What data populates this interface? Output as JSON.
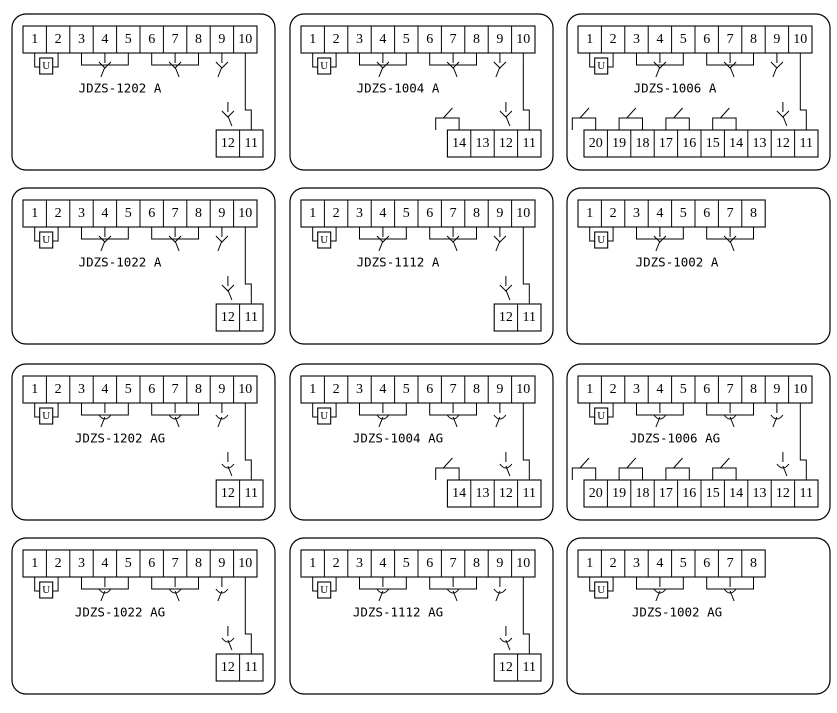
{
  "panels": [
    {
      "model": "JDZS-1202 A",
      "top_terminals": [
        "1",
        "2",
        "3",
        "4",
        "5",
        "6",
        "7",
        "8",
        "9",
        "10"
      ],
      "bottom_terminals": [
        "12",
        "11"
      ],
      "contact_style": "A"
    },
    {
      "model": "JDZS-1004 A",
      "top_terminals": [
        "1",
        "2",
        "3",
        "4",
        "5",
        "6",
        "7",
        "8",
        "9",
        "10"
      ],
      "bottom_terminals": [
        "14",
        "13",
        "12",
        "11"
      ],
      "contact_style": "A"
    },
    {
      "model": "JDZS-1006 A",
      "top_terminals": [
        "1",
        "2",
        "3",
        "4",
        "5",
        "6",
        "7",
        "8",
        "9",
        "10"
      ],
      "bottom_terminals": [
        "20",
        "19",
        "18",
        "17",
        "16",
        "15",
        "14",
        "13",
        "12",
        "11"
      ],
      "contact_style": "A"
    },
    {
      "model": "JDZS-1022 A",
      "top_terminals": [
        "1",
        "2",
        "3",
        "4",
        "5",
        "6",
        "7",
        "8",
        "9",
        "10"
      ],
      "bottom_terminals": [
        "12",
        "11"
      ],
      "contact_style": "A"
    },
    {
      "model": "JDZS-1112 A",
      "top_terminals": [
        "1",
        "2",
        "3",
        "4",
        "5",
        "6",
        "7",
        "8",
        "9",
        "10"
      ],
      "bottom_terminals": [
        "12",
        "11"
      ],
      "contact_style": "A"
    },
    {
      "model": "JDZS-1002 A",
      "top_terminals": [
        "1",
        "2",
        "3",
        "4",
        "5",
        "6",
        "7",
        "8"
      ],
      "bottom_terminals": [],
      "contact_style": "A"
    },
    {
      "model": "JDZS-1202 AG",
      "top_terminals": [
        "1",
        "2",
        "3",
        "4",
        "5",
        "6",
        "7",
        "8",
        "9",
        "10"
      ],
      "bottom_terminals": [
        "12",
        "11"
      ],
      "contact_style": "AG"
    },
    {
      "model": "JDZS-1004 AG",
      "top_terminals": [
        "1",
        "2",
        "3",
        "4",
        "5",
        "6",
        "7",
        "8",
        "9",
        "10"
      ],
      "bottom_terminals": [
        "14",
        "13",
        "12",
        "11"
      ],
      "contact_style": "AG"
    },
    {
      "model": "JDZS-1006 AG",
      "top_terminals": [
        "1",
        "2",
        "3",
        "4",
        "5",
        "6",
        "7",
        "8",
        "9",
        "10"
      ],
      "bottom_terminals": [
        "20",
        "19",
        "18",
        "17",
        "16",
        "15",
        "14",
        "13",
        "12",
        "11"
      ],
      "contact_style": "AG"
    },
    {
      "model": "JDZS-1022 AG",
      "top_terminals": [
        "1",
        "2",
        "3",
        "4",
        "5",
        "6",
        "7",
        "8",
        "9",
        "10"
      ],
      "bottom_terminals": [
        "12",
        "11"
      ],
      "contact_style": "AG"
    },
    {
      "model": "JDZS-1112 AG",
      "top_terminals": [
        "1",
        "2",
        "3",
        "4",
        "5",
        "6",
        "7",
        "8",
        "9",
        "10"
      ],
      "bottom_terminals": [
        "12",
        "11"
      ],
      "contact_style": "AG"
    },
    {
      "model": "JDZS-1002 AG",
      "top_terminals": [
        "1",
        "2",
        "3",
        "4",
        "5",
        "6",
        "7",
        "8"
      ],
      "bottom_terminals": [],
      "contact_style": "AG"
    }
  ],
  "coil_label": "U"
}
